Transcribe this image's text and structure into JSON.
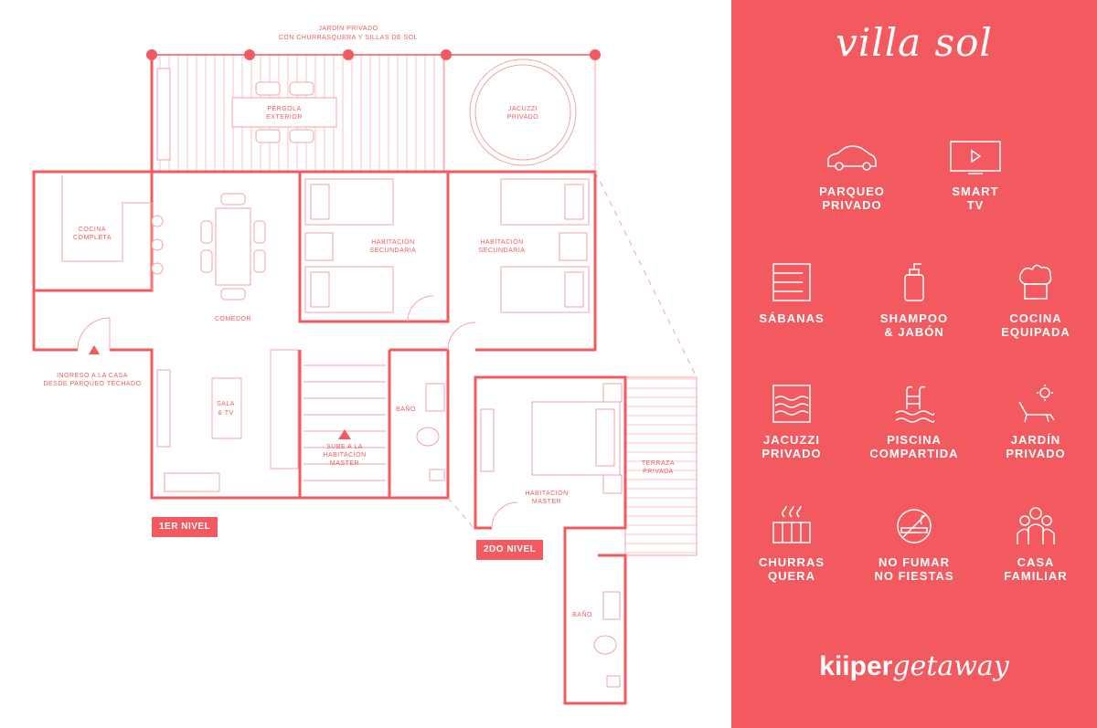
{
  "floorplan": {
    "labels": {
      "garden_1": "JARDÍN PRIVADO",
      "garden_2": "CON CHURRASQUERA Y SILLAS DE SOL",
      "pergola_1": "PÉRGOLA",
      "pergola_2": "EXTERIOR",
      "jacuzzi_1": "JACUZZI",
      "jacuzzi_2": "PRIVADO",
      "kitchen_1": "COCINA",
      "kitchen_2": "COMPLETA",
      "room2a_1": "HABITACIÓN",
      "room2a_2": "SECUNDARIA",
      "room2b_1": "HABITACIÓN",
      "room2b_2": "SECUNDARIA",
      "dining": "COMEDOR",
      "entry_1": "INGRESO A LA CASA",
      "entry_2": "DESDE PARQUEO TECHADO",
      "living_1": "SALA",
      "living_2": "& TV",
      "stairs_1": "SUBE A LA",
      "stairs_2": "HABITACIÓN",
      "stairs_3": "MASTER",
      "bath1": "BAÑO",
      "master_1": "HABITACIÓN",
      "master_2": "MASTER",
      "terrace_1": "TERRAZA",
      "terrace_2": "PRIVADA",
      "bath2": "BAÑO"
    },
    "level1": "1ER NIVEL",
    "level2": "2DO NIVEL"
  },
  "panel": {
    "title": "villa sol",
    "amenities": [
      {
        "icon": "car-icon",
        "label": "PARQUEO\nPRIVADO"
      },
      {
        "icon": "smart-tv-icon",
        "label": "SMART\nTV"
      },
      {
        "icon": "sheets-icon",
        "label": "SÁBANAS"
      },
      {
        "icon": "shampoo-icon",
        "label": "SHAMPOO\n& JABÓN"
      },
      {
        "icon": "chef-hat-icon",
        "label": "COCINA\nEQUIPADA"
      },
      {
        "icon": "jacuzzi-icon",
        "label": "JACUZZI\nPRIVADO"
      },
      {
        "icon": "pool-icon",
        "label": "PISCINA\nCOMPARTIDA"
      },
      {
        "icon": "garden-icon",
        "label": "JARDÍN\nPRIVADO"
      },
      {
        "icon": "grill-icon",
        "label": "CHURRAS\nQUERA"
      },
      {
        "icon": "no-smoking-icon",
        "label": "NO FUMAR\nNO FIESTAS"
      },
      {
        "icon": "family-icon",
        "label": "CASA\nFAMILIAR"
      }
    ],
    "logo_a": "kiiper",
    "logo_b": "getaway"
  },
  "colors": {
    "accent": "#f25a5f",
    "line_light": "#f4a3a5"
  }
}
